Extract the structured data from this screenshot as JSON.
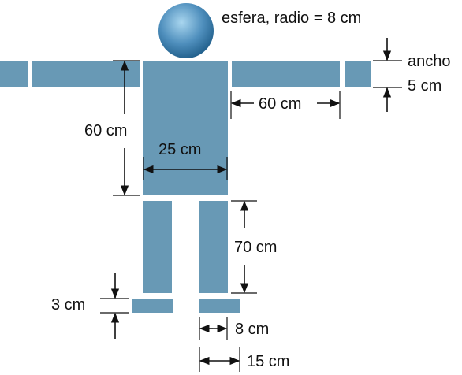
{
  "colors": {
    "body": "#6899b5",
    "head_light": "#a9d6ef",
    "head_dark": "#1c5a86",
    "ink": "#111111"
  },
  "labels": {
    "sphere": "esfera, radio = 8 cm",
    "width_word": "ancho",
    "arm_width": "5 cm",
    "arm_length": "60 cm",
    "torso_height": "60 cm",
    "torso_width": "25 cm",
    "leg_length": "70 cm",
    "foot_height": "3 cm",
    "leg_width": "8 cm",
    "foot_length": "15 cm"
  }
}
